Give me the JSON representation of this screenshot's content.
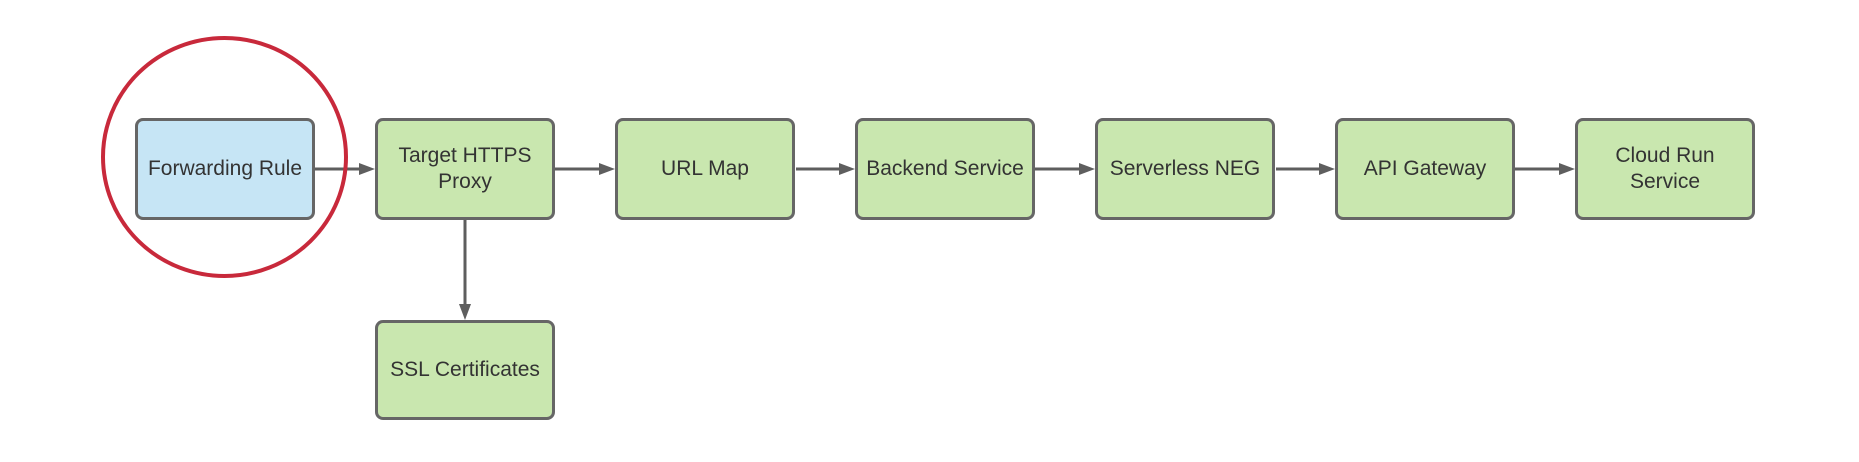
{
  "colors": {
    "background": "#FFFFFF",
    "node_border": "#666666",
    "node_text": "#333333",
    "green_fill": "#C9E7AF",
    "blue_fill": "#C6E5F5",
    "connector": "#5E5E5E",
    "highlight": "#C8293B"
  },
  "diagram": {
    "nodes": [
      {
        "id": "forwarding-rule",
        "label": "Forwarding Rule",
        "fill": "blue",
        "highlighted": true
      },
      {
        "id": "target-https-proxy",
        "label": "Target HTTPS Proxy",
        "fill": "green",
        "highlighted": false
      },
      {
        "id": "url-map",
        "label": "URL Map",
        "fill": "green",
        "highlighted": false
      },
      {
        "id": "backend-service",
        "label": "Backend Service",
        "fill": "green",
        "highlighted": false
      },
      {
        "id": "serverless-neg",
        "label": "Serverless NEG",
        "fill": "green",
        "highlighted": false
      },
      {
        "id": "api-gateway",
        "label": "API Gateway",
        "fill": "green",
        "highlighted": false
      },
      {
        "id": "cloud-run-service",
        "label": "Cloud Run Service",
        "fill": "green",
        "highlighted": false
      },
      {
        "id": "ssl-certificates",
        "label": "SSL Certificates",
        "fill": "green",
        "highlighted": false
      }
    ],
    "edges": [
      {
        "from": "forwarding-rule",
        "to": "target-https-proxy",
        "direction": "right"
      },
      {
        "from": "target-https-proxy",
        "to": "url-map",
        "direction": "right"
      },
      {
        "from": "url-map",
        "to": "backend-service",
        "direction": "right"
      },
      {
        "from": "backend-service",
        "to": "serverless-neg",
        "direction": "right"
      },
      {
        "from": "serverless-neg",
        "to": "api-gateway",
        "direction": "right"
      },
      {
        "from": "api-gateway",
        "to": "cloud-run-service",
        "direction": "right"
      },
      {
        "from": "target-https-proxy",
        "to": "ssl-certificates",
        "direction": "down"
      }
    ],
    "annotations": [
      {
        "type": "ellipse",
        "around": "forwarding-rule"
      }
    ]
  }
}
